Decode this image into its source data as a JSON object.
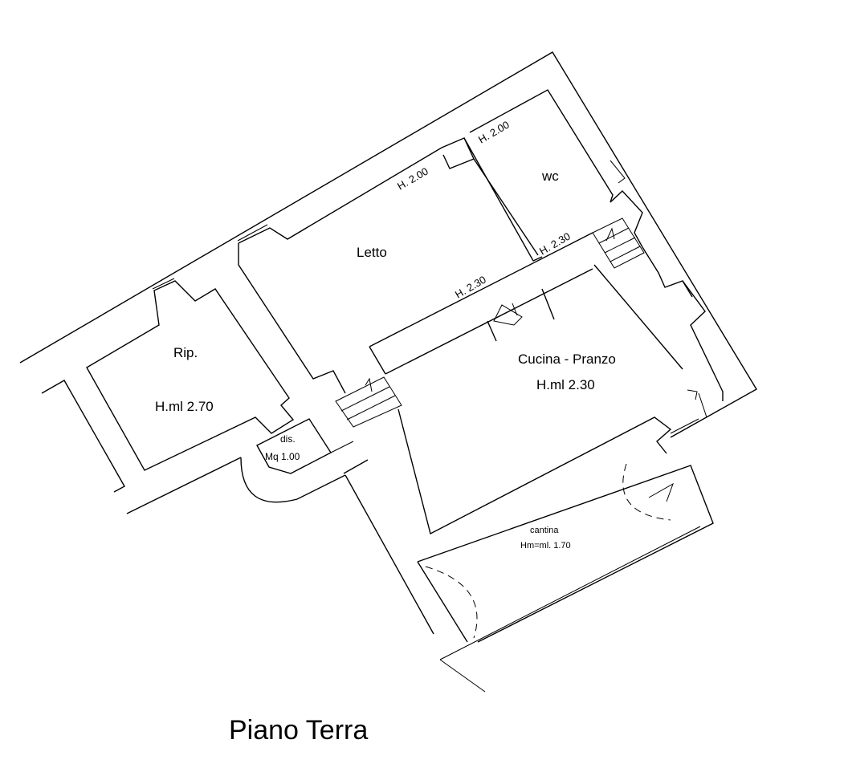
{
  "title": "Piano Terra",
  "rooms": {
    "letto": {
      "name": "Letto",
      "height_top": "H. 2.00",
      "height_bottom": "H. 2.30"
    },
    "wc": {
      "name": "wc",
      "height_top": "H. 2.00",
      "height_bottom": "H. 2.30"
    },
    "rip": {
      "name": "Rip.",
      "height": "H.ml  2.70"
    },
    "cucina": {
      "name": "Cucina - Pranzo",
      "height": "H.ml  2.30"
    },
    "dis": {
      "name": "dis.",
      "area": "Mq  1.00"
    },
    "cantina": {
      "name": "cantina",
      "height": "Hm=ml. 1.70"
    }
  }
}
